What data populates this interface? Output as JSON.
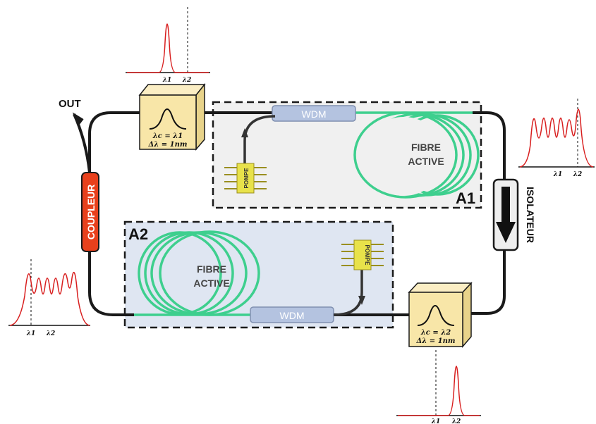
{
  "labels": {
    "out": "OUT",
    "coupleur": "COUPLEUR",
    "isolateur": "ISOLATEUR",
    "wdm": "WDM",
    "pompe": "POMPE",
    "fibre_line1": "FIBRE",
    "fibre_line2": "ACTIVE",
    "a1": "A1",
    "a2": "A2"
  },
  "filters": {
    "f1": {
      "center": "λc = λ1",
      "width": "Δλ = 1nm"
    },
    "f2": {
      "center": "λc = λ2",
      "width": "Δλ = 1nm"
    }
  },
  "spectra": {
    "lambda1": "λ1",
    "lambda2": "λ2"
  },
  "colors": {
    "fiber": "#1a1a1a",
    "active_fiber": "#3ecf8e",
    "coupler": "#e8401c",
    "wdm": "#b4c3e0",
    "pump": "#e8e24a",
    "filter_box": "#f8e6a8",
    "amp_a1_bg": "#f0f0f0",
    "amp_a2_bg": "#dfe6f2",
    "spectrum": "#d81e1e"
  }
}
